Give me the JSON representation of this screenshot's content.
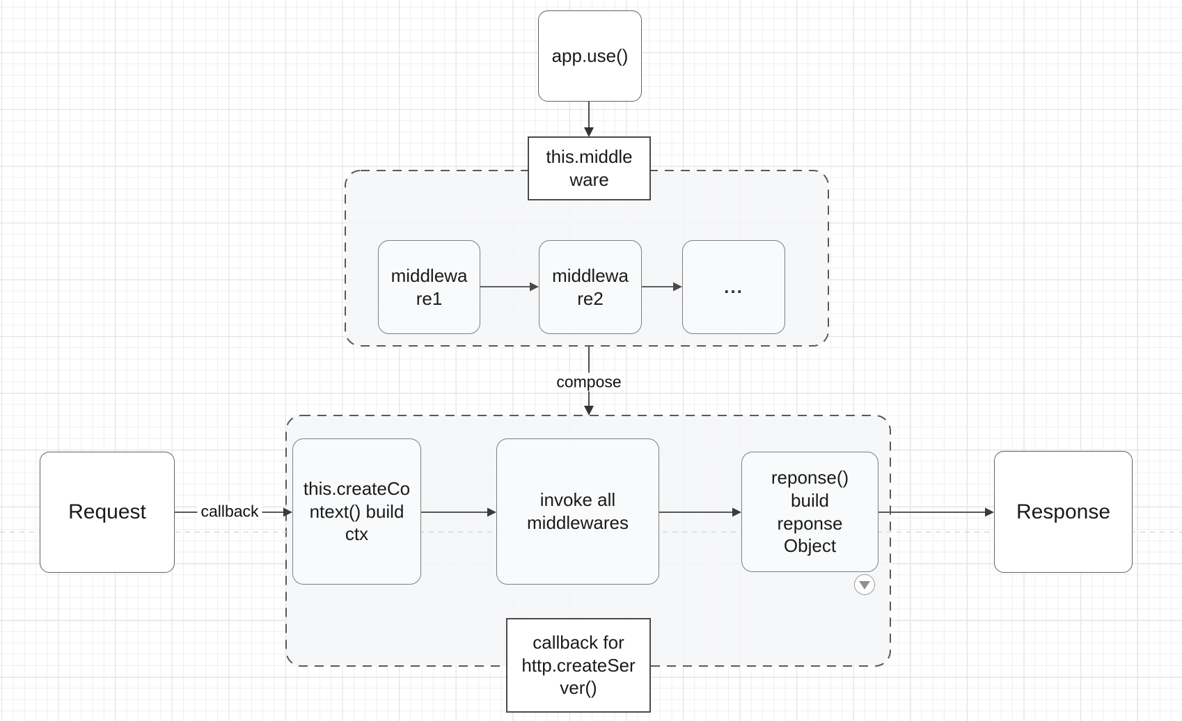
{
  "diagram": {
    "kind": "flowchart on grid canvas",
    "nodes": {
      "app_use": {
        "label": "app.use()"
      },
      "this_middleware": {
        "label": "this.middle\nware"
      },
      "middleware1": {
        "label": "middlewa\nre1"
      },
      "middleware2": {
        "label": "middlewa\nre2"
      },
      "dots": {
        "label": "..."
      },
      "create_context": {
        "label": "this.createCo\nntext() build\nctx"
      },
      "invoke_all": {
        "label": "invoke all\nmiddlewares"
      },
      "response_build": {
        "label": "reponse()\nbuild\nreponse\nObject"
      },
      "request": {
        "label": "Request"
      },
      "response": {
        "label": "Response"
      },
      "callback_server": {
        "label": "callback for\nhttp.createSer\nver()"
      }
    },
    "edge_labels": {
      "compose": "compose",
      "callback": "callback"
    },
    "icons": {
      "collapse": "chevron-down-in-circle"
    },
    "colors": {
      "canvas_bg": "#ffffff",
      "grid_minor": "#efefef",
      "grid_major": "#e2e2e2",
      "container_fill": "#f5f6f8",
      "container_stroke": "#585858",
      "node_fill_light": "#f9fafb",
      "node_stroke_gray": "#7d7d7d",
      "node_fill_white": "#ffffff",
      "node_stroke_dark": "#4a4a4a",
      "arrow": "#555555",
      "arrowhead": "#3a3a3a",
      "text": "#1a1a1a",
      "page_break": "#d8d8d8"
    }
  }
}
